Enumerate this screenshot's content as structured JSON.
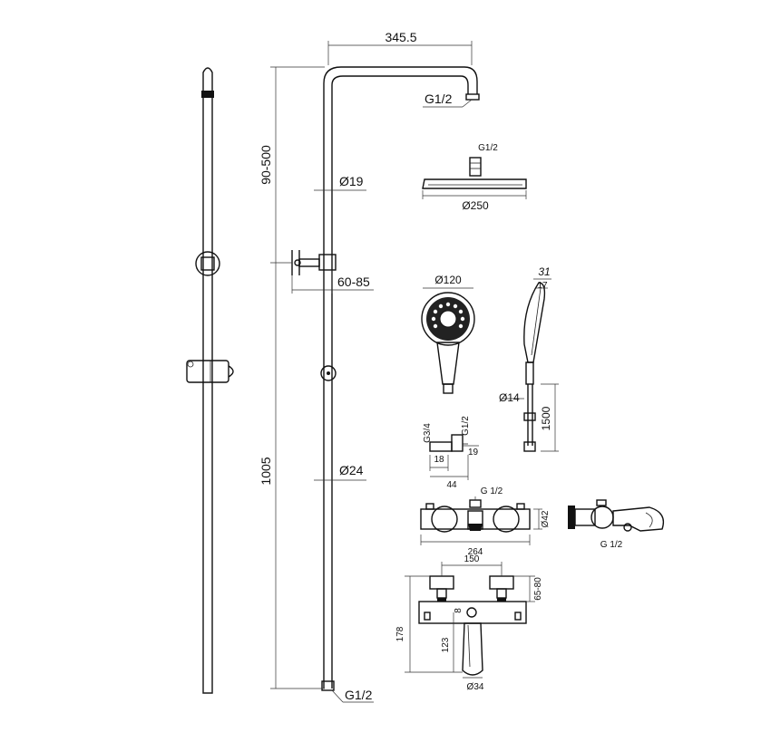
{
  "column": {
    "width_label": "345.5",
    "head_inlet_label": "G1/2",
    "upper_range_label": "90-500",
    "upper_tube_diameter_label": "Ø19",
    "arm_offset_label": "60-85",
    "total_height_label": "1005",
    "lower_tube_diameter_label": "Ø24",
    "bottom_inlet_label": "G1/2"
  },
  "overhead_shower": {
    "inlet_label": "G1/2",
    "diameter_label": "Ø250"
  },
  "hand_shower": {
    "diameter_label": "Ø120",
    "thickness_label": "31",
    "depth_label": "17"
  },
  "hose": {
    "diameter_label": "Ø14",
    "length_label": "1500"
  },
  "elbow": {
    "inlet_label": "G3/4",
    "outlet_label": "G1/2",
    "height_label": "19",
    "depth_label": "18",
    "length_label": "44"
  },
  "shower_mixer": {
    "outlet_label": "G 1/2",
    "diameter_label": "Ø42",
    "width_label": "264"
  },
  "bath_mixer_side": {
    "outlet_label": "G 1/2"
  },
  "bath_mixer_front": {
    "centers_label": "150",
    "wall_offset_label": "65-80",
    "gap_label": "8",
    "height_label": "178",
    "spout_height_label": "123",
    "spout_diameter_label": "Ø34"
  }
}
